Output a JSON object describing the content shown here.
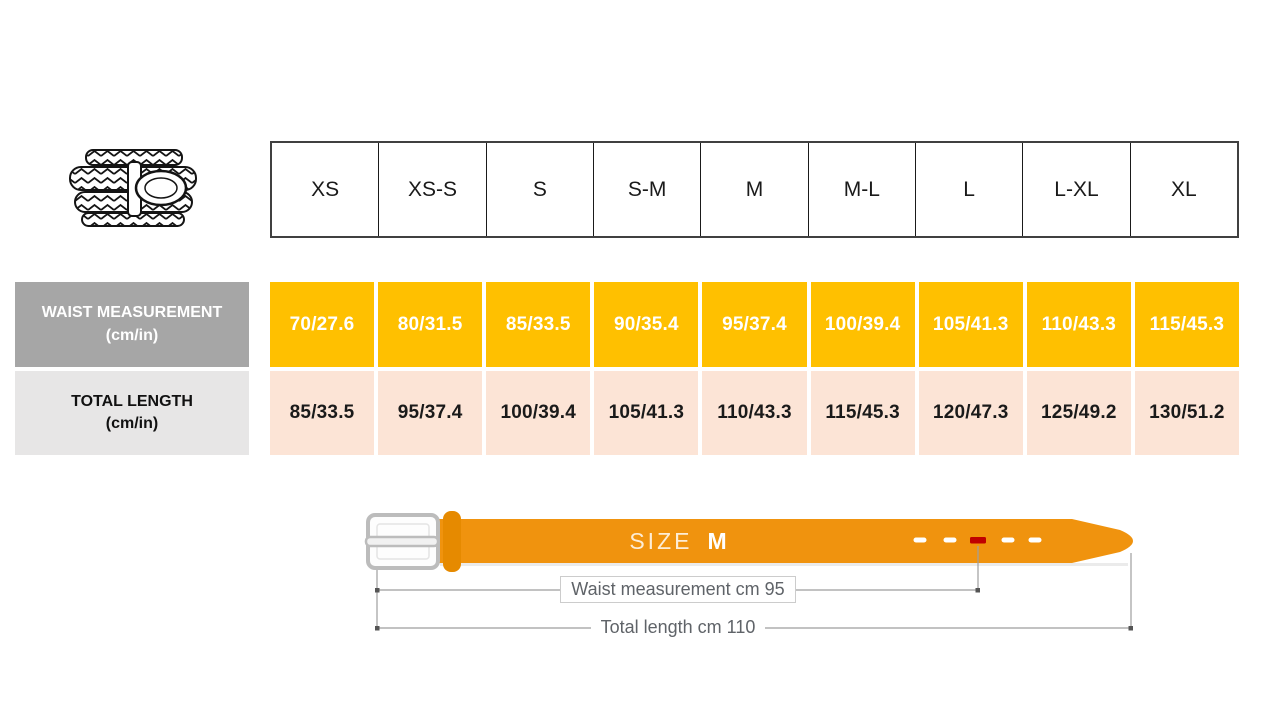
{
  "size_chart": {
    "sizes": [
      "XS",
      "XS-S",
      "S",
      "S-M",
      "M",
      "M-L",
      "L",
      "L-XL",
      "XL"
    ],
    "waist_row": {
      "label": "WAIST MEASUREMENT",
      "unit": "(cm/in)",
      "values": [
        "70/27.6",
        "80/31.5",
        "85/33.5",
        "90/35.4",
        "95/37.4",
        "100/39.4",
        "105/41.3",
        "110/43.3",
        "115/45.3"
      ]
    },
    "total_row": {
      "label": "TOTAL LENGTH",
      "unit": "(cm/in)",
      "values": [
        "85/33.5",
        "95/37.4",
        "100/39.4",
        "105/41.3",
        "110/43.3",
        "115/45.3",
        "120/47.3",
        "125/49.2",
        "130/51.2"
      ]
    }
  },
  "diagram": {
    "size_word": "SIZE",
    "size_value": "M",
    "waist_caption": "Waist measurement cm 95",
    "total_caption": "Total length cm 110"
  },
  "colors": {
    "waist_cell_bg": "#FFC000",
    "total_cell_bg": "#FCE4D6",
    "waist_label_bg": "#A6A6A6",
    "total_label_bg": "#E7E6E6",
    "header_border": "#404040",
    "belt_orange": "#F0930E",
    "belt_keeper": "#E68A00",
    "buckle_gray": "#BCBCBC",
    "highlight_hole_red": "#C00000",
    "dimension_line_gray": "#9E9E9E",
    "caption_text": "#5F6368"
  },
  "icons": {
    "braided_belt": "braided-belt-icon",
    "belt_diagram": "belt-with-buckle-diagram"
  },
  "chart_data": {
    "type": "table",
    "columns": [
      "XS",
      "XS-S",
      "S",
      "S-M",
      "M",
      "M-L",
      "L",
      "L-XL",
      "XL"
    ],
    "rows": [
      {
        "header": "WAIST MEASUREMENT (cm/in)",
        "values": [
          "70/27.6",
          "80/31.5",
          "85/33.5",
          "90/35.4",
          "95/37.4",
          "100/39.4",
          "105/41.3",
          "110/43.3",
          "115/45.3"
        ]
      },
      {
        "header": "TOTAL LENGTH (cm/in)",
        "values": [
          "85/33.5",
          "95/37.4",
          "100/39.4",
          "105/41.3",
          "110/43.3",
          "115/45.3",
          "120/47.3",
          "125/49.2",
          "130/51.2"
        ]
      }
    ],
    "annotations": [
      "SIZE M",
      "Waist measurement cm 95",
      "Total length cm 110"
    ]
  }
}
